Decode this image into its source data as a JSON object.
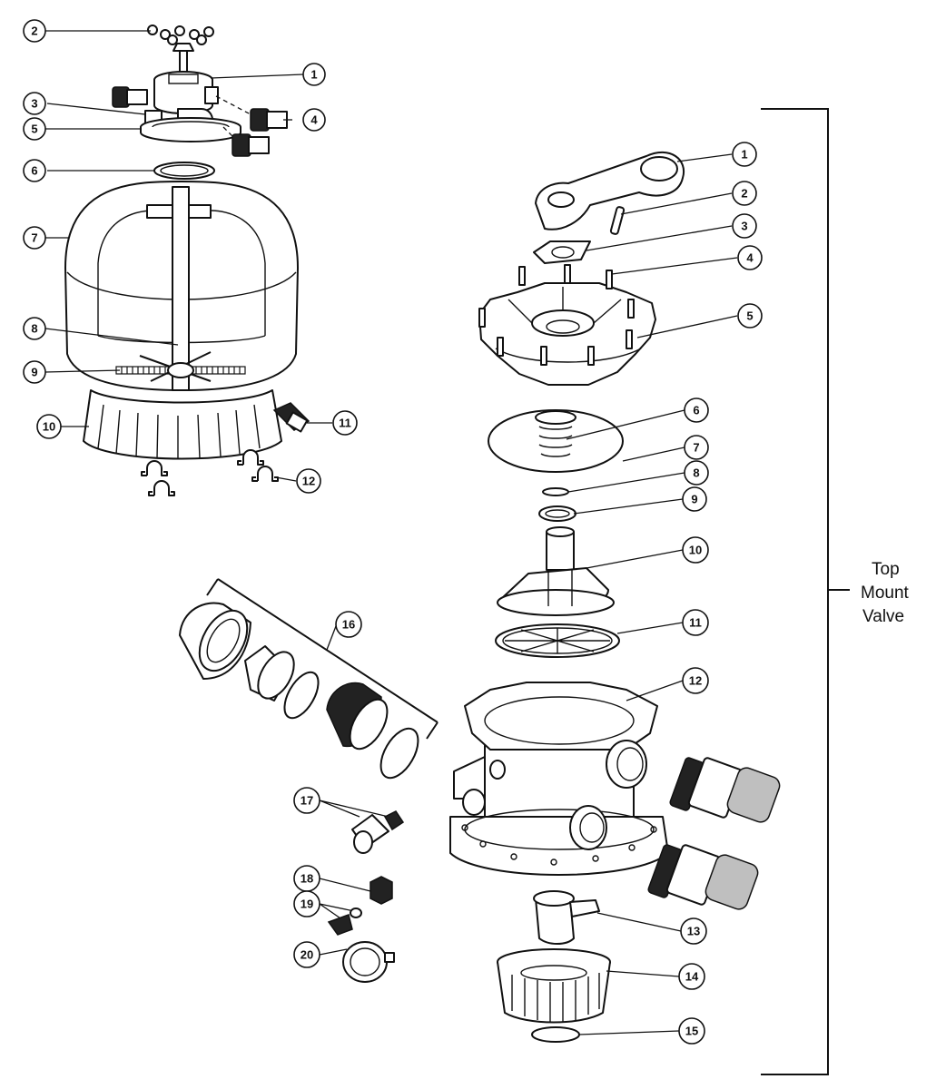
{
  "assembly_label": {
    "line1": "Top",
    "line2": "Mount",
    "line3": "Valve"
  },
  "filter_callouts": [
    "1",
    "2",
    "3",
    "4",
    "5",
    "6",
    "7",
    "8",
    "9",
    "10",
    "11",
    "12"
  ],
  "valve_callouts": [
    "1",
    "2",
    "3",
    "4",
    "5",
    "6",
    "7",
    "8",
    "9",
    "10",
    "11",
    "12",
    "13",
    "14",
    "15"
  ],
  "fitting_callouts": [
    "16",
    "17",
    "18",
    "19",
    "20"
  ],
  "colors": {
    "line": "#111111",
    "background": "#ffffff"
  }
}
